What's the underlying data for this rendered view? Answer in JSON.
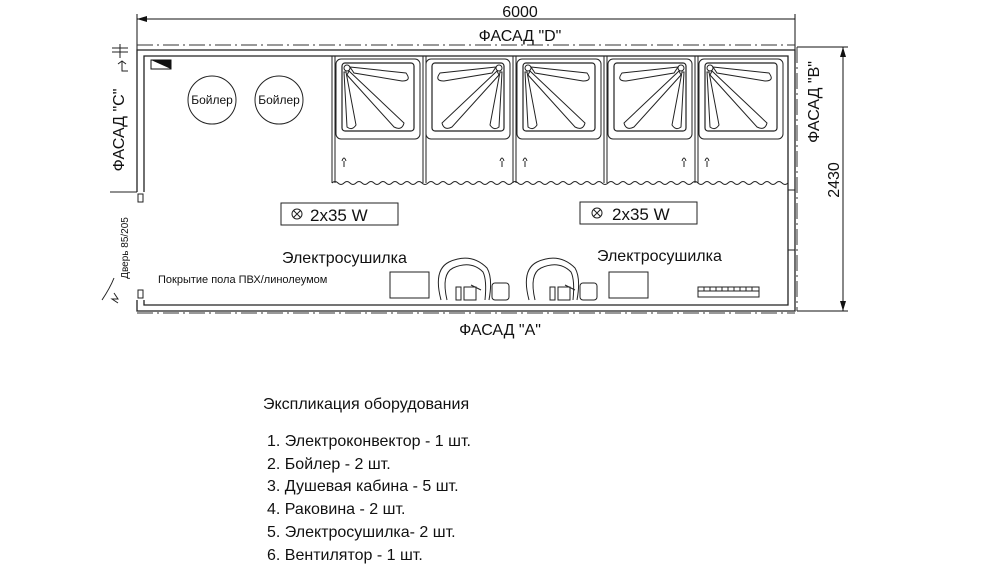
{
  "dimensions": {
    "width": "6000",
    "height": "2430"
  },
  "facades": {
    "top": "ФАСАД \"D\"",
    "bottom": "ФАСАД \"A\"",
    "left": "ФАСАД \"C\"",
    "right": "ФАСАД \"B\""
  },
  "room": {
    "boilers": [
      "Бойлер",
      "Бойлер"
    ],
    "lights": [
      "2x35 W",
      "2x35 W"
    ],
    "dryers": [
      "Электросушилка",
      "Электросушилка"
    ],
    "floor_note": "Покрытие пола ПВХ/линолеумом",
    "door_label": "Дверь 85/205"
  },
  "legend": {
    "title": "Экспликация оборудования",
    "items": [
      "1. Электроконвектор - 1 шт.",
      "2. Бойлер - 2 шт.",
      "3. Душевая кабина - 5 шт.",
      "4. Раковина - 2 шт.",
      "5. Электросушилка- 2 шт.",
      "6. Вентилятор - 1 шт."
    ]
  }
}
